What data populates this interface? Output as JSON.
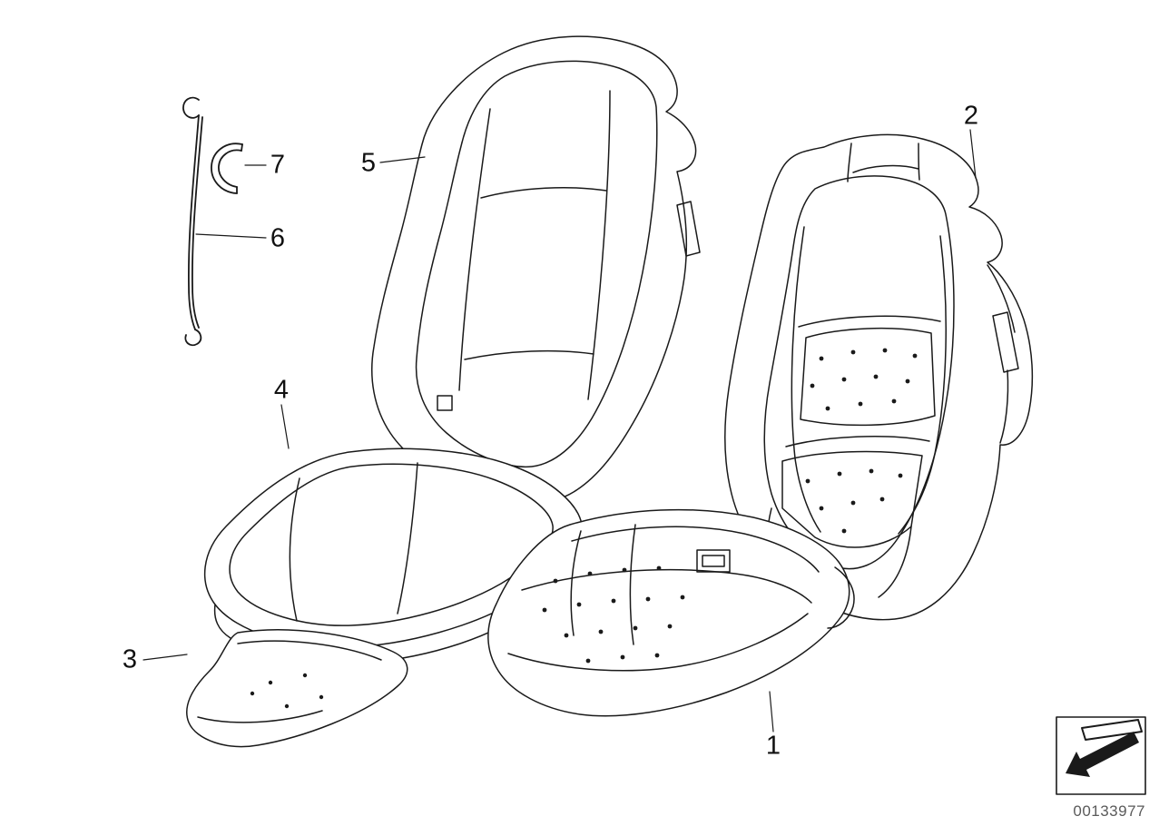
{
  "figure": {
    "callouts": [
      {
        "label": "1"
      },
      {
        "label": "2"
      },
      {
        "label": "3"
      },
      {
        "label": "4"
      },
      {
        "label": "5"
      },
      {
        "label": "6"
      },
      {
        "label": "7"
      }
    ],
    "footer": {
      "diagram_number": "00133977"
    },
    "icons": {
      "nav_arrow": "nav-arrow-icon"
    },
    "colors": {
      "line": "#1a1a1a",
      "background": "#ffffff",
      "footer_text": "#5a5a5a"
    }
  }
}
